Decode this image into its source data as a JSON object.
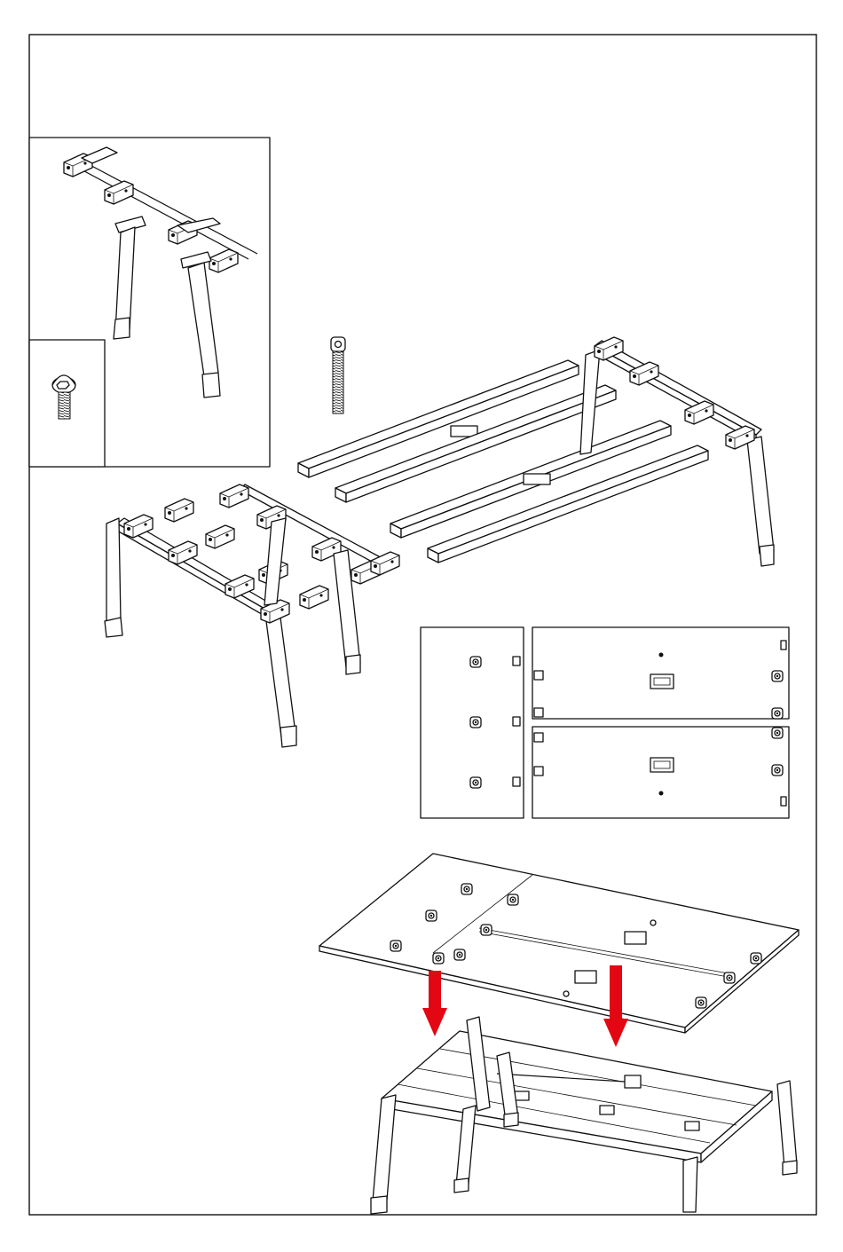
{
  "page": {
    "background": "#ffffff",
    "line_color": "#111111",
    "arrow_color": "#e30613"
  },
  "steps": [
    {
      "name": "frame-assembly-overview"
    },
    {
      "name": "panel-fittings-layout"
    },
    {
      "name": "tabletop-lowering"
    }
  ],
  "hardware": [
    {
      "name": "button-head-bolt"
    },
    {
      "name": "long-threaded-bolt"
    }
  ],
  "icons": [
    "bolt-icon",
    "down-arrow-icon"
  ]
}
